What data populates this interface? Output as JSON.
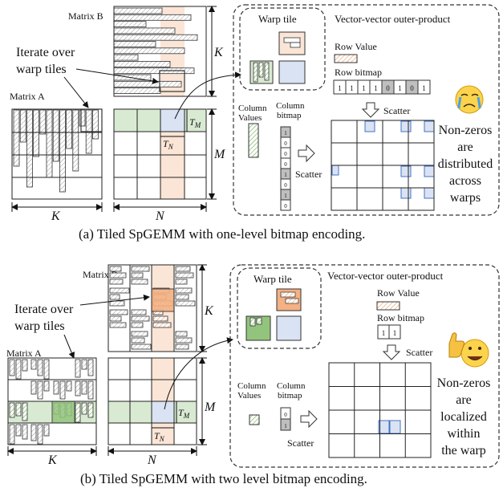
{
  "panel_a": {
    "matrix_b_label": "Matrix B",
    "matrix_a_label": "Matrix A",
    "iterate_label_1": "Iterate over",
    "iterate_label_2": "warp tiles",
    "dim_k_right": "K",
    "dim_k_bottom": "K",
    "dim_m": "M",
    "dim_n": "N",
    "tile_m": "T",
    "tile_m_sub": "M",
    "tile_n": "T",
    "tile_n_sub": "N",
    "warp_tile_label": "Warp tile",
    "vv_label": "Vector-vector outer-product",
    "row_value_label": "Row Value",
    "row_bitmap_label": "Row bitmap",
    "row_bitmap_bits": [
      "1",
      "1",
      "1",
      "1",
      "0",
      "1",
      "0",
      "1"
    ],
    "column_values_label_1": "Column",
    "column_values_label_2": "Values",
    "column_bitmap_label_1": "Column",
    "column_bitmap_label_2": "bitmap",
    "column_bitmap_bits": [
      "1",
      "0",
      "0",
      "0",
      "1",
      "0",
      "1",
      "0"
    ],
    "scatter_label_1": "Scatter",
    "scatter_label_2": "Scatter",
    "note_lines": [
      "Non-zeros",
      "are",
      "distributed",
      "across",
      "warps"
    ],
    "caption": "(a) Tiled SpGEMM with one-level bitmap encoding."
  },
  "panel_b": {
    "matrix_b_label": "Matrix B",
    "matrix_a_label": "Matrix A",
    "iterate_label_1": "Iterate over",
    "iterate_label_2": "warp tiles",
    "dim_k_right": "K",
    "dim_k_bottom": "K",
    "dim_m": "M",
    "dim_n": "N",
    "tile_m": "T",
    "tile_m_sub": "M",
    "tile_n": "T",
    "tile_n_sub": "N",
    "warp_tile_label": "Warp tile",
    "vv_label": "Vector-vector outer-product",
    "row_value_label": "Row Value",
    "row_bitmap_label": "Row bitmap",
    "row_bitmap_bits": [
      "1",
      "1"
    ],
    "column_values_label_1": "Column",
    "column_values_label_2": "Values",
    "column_bitmap_label_1": "Column",
    "column_bitmap_label_2": "bitmap",
    "column_bitmap_bits": [
      "0",
      "1"
    ],
    "scatter_label_1": "Scatter",
    "scatter_label_2": "Scatter",
    "note_lines": [
      "Non-zeros",
      "are",
      "localized",
      "within",
      "the warp"
    ],
    "caption": "(b) Tiled SpGEMM with two level bitmap encoding."
  },
  "colors": {
    "green": "#d9ead3",
    "green_dark": "#93c47d",
    "orange": "#fbe5d6",
    "orange_dark": "#f4b183",
    "blue": "#dae3f3",
    "blue_edge": "#4472c4",
    "gray": "#bfbfbf"
  },
  "icons": {
    "panel_a_emoji": "crying-face-icon",
    "panel_b_emoji": "thumbs-up-face-icon"
  }
}
